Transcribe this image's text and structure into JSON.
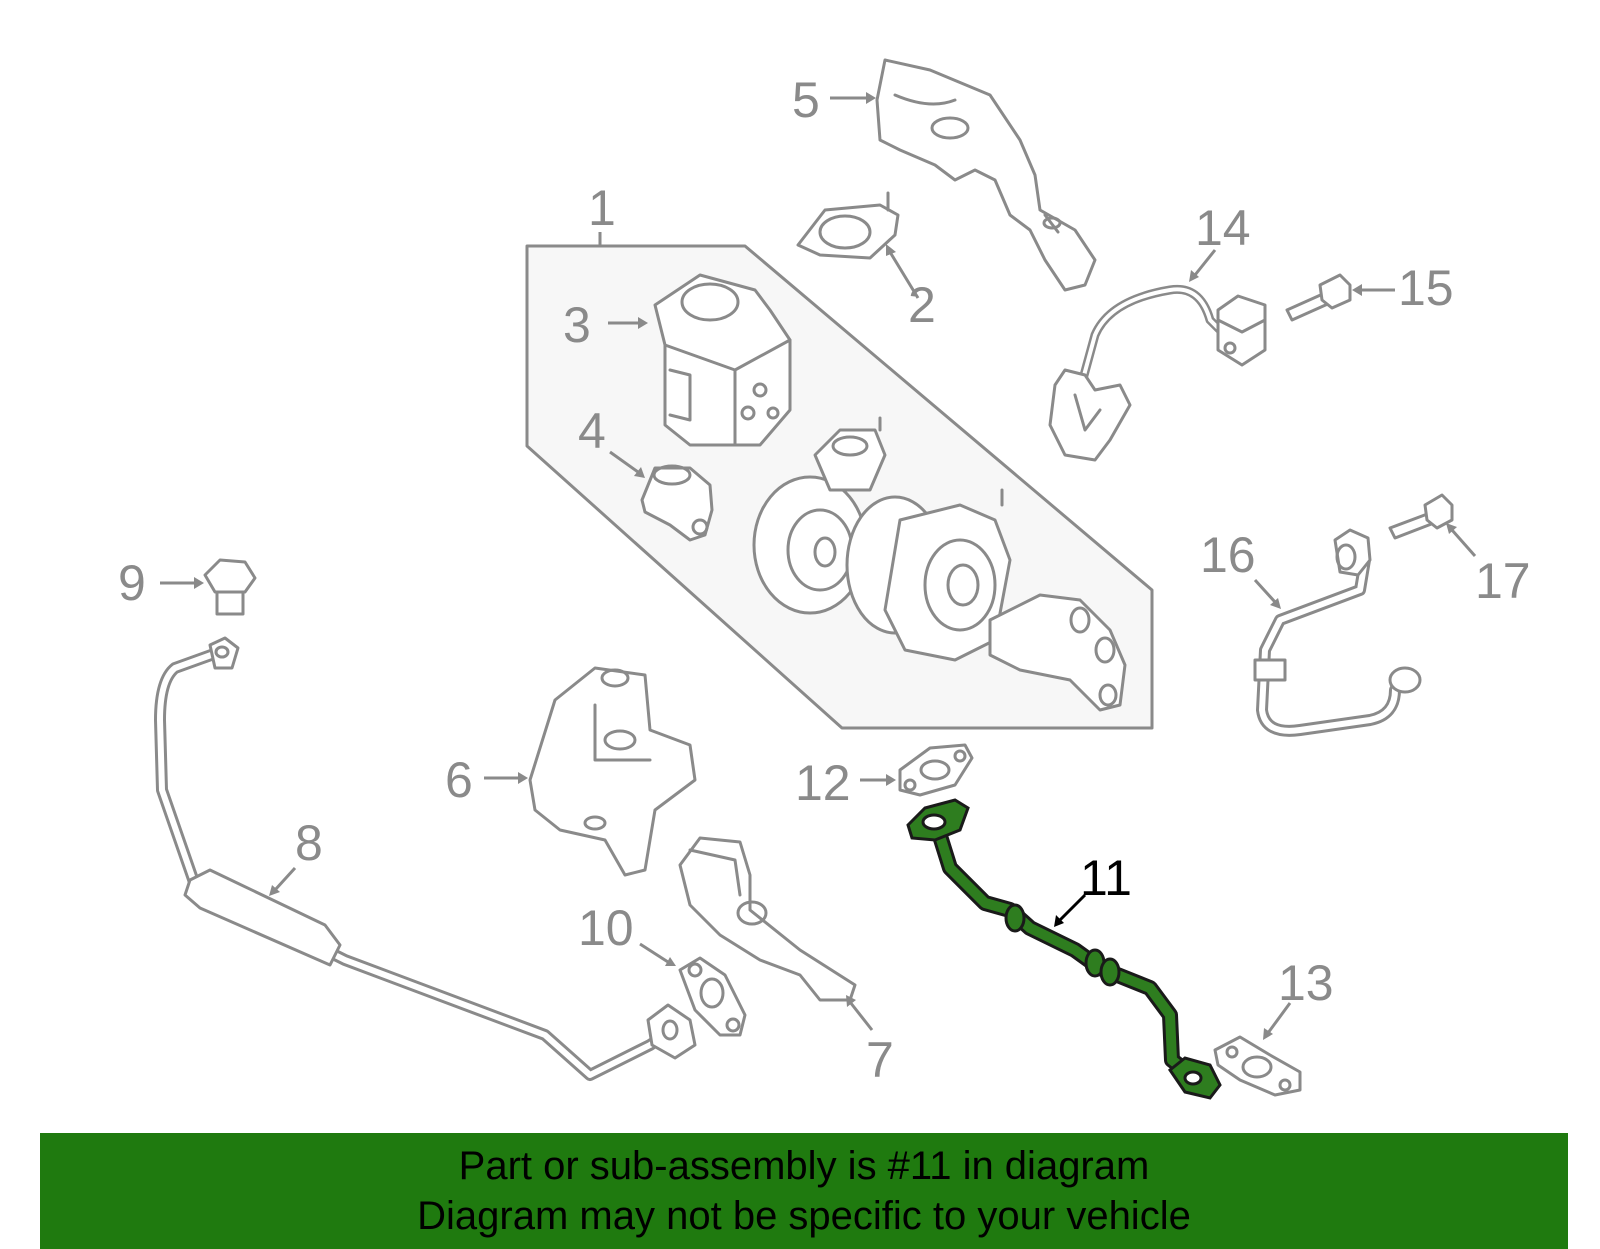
{
  "callouts": [
    {
      "id": "1",
      "label": "1"
    },
    {
      "id": "2",
      "label": "2"
    },
    {
      "id": "3",
      "label": "3"
    },
    {
      "id": "4",
      "label": "4"
    },
    {
      "id": "5",
      "label": "5"
    },
    {
      "id": "6",
      "label": "6"
    },
    {
      "id": "7",
      "label": "7"
    },
    {
      "id": "8",
      "label": "8"
    },
    {
      "id": "9",
      "label": "9"
    },
    {
      "id": "10",
      "label": "10"
    },
    {
      "id": "11",
      "label": "11",
      "highlighted": true
    },
    {
      "id": "12",
      "label": "12"
    },
    {
      "id": "13",
      "label": "13"
    },
    {
      "id": "14",
      "label": "14"
    },
    {
      "id": "15",
      "label": "15"
    },
    {
      "id": "16",
      "label": "16"
    },
    {
      "id": "17",
      "label": "17"
    }
  ],
  "colors": {
    "highlight_part": "#2e7d1f",
    "footer_background": "#1f7a0f",
    "part_stroke": "#8a8a8a",
    "callout_text": "#8a8a8a"
  },
  "footer": {
    "line1": "Part or sub-assembly is #11 in diagram",
    "line2": "Diagram may not be specific to your vehicle"
  }
}
